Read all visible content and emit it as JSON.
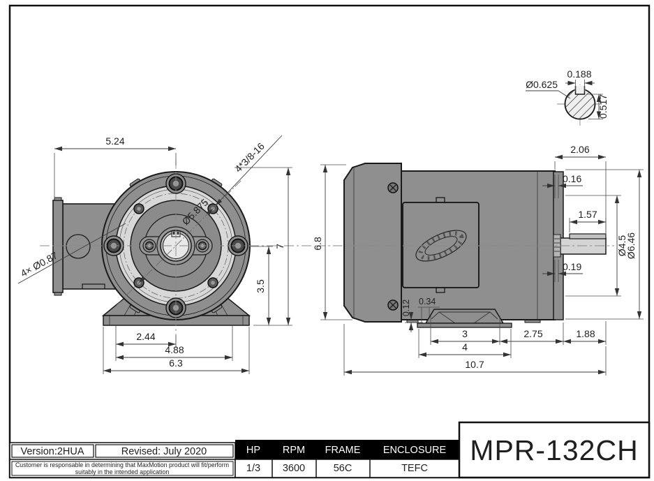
{
  "front_view": {
    "dims": {
      "width_top": "5.24",
      "flange_thread": "4*3/8-16",
      "bolt_circle": "Ø5.875",
      "conduit_holes": "4× Ø0.87",
      "overall_height": "7",
      "shaft_height": "3.5",
      "foot_center": "2.44",
      "foot_span": "4.88",
      "base_width": "6.3"
    }
  },
  "side_view": {
    "dims": {
      "body_height": "6.8",
      "pad_height": "0.12",
      "foot_offset": "0.34",
      "foot_top": "3",
      "foot_base": "4",
      "foot_to_flange": "2.75",
      "shaft_bottom": "1.88",
      "overall_length": "10.7",
      "shaft_extension": "2.06",
      "step_top": "0.16",
      "key_length": "1.57",
      "rabbet_dia": "Ø4.5",
      "flange_dia": "Ø6.46",
      "step_bottom": "0.19"
    }
  },
  "shaft_section": {
    "dims": {
      "shaft_dia": "Ø0.625",
      "key_width": "0.188",
      "key_depth": "0.517"
    }
  },
  "title_block": {
    "version": "Version:2HUA",
    "revised": "Revised: July 2020",
    "disclaimer_line1": "Customer is responsable in determining that MaxMotion product will fit/perform",
    "disclaimer_line2": "suitably in the intended application",
    "model": "MPR-132CH",
    "specs": {
      "headers": [
        "HP",
        "RPM",
        "FRAME",
        "ENCLOSURE"
      ],
      "values": [
        "1/3",
        "3600",
        "56C",
        "TEFC"
      ]
    }
  },
  "colors": {
    "body_gray": "#8f8f8f",
    "flange_light": "#d8d8d8",
    "header_black": "#000000",
    "line": "#1a1a1a"
  }
}
